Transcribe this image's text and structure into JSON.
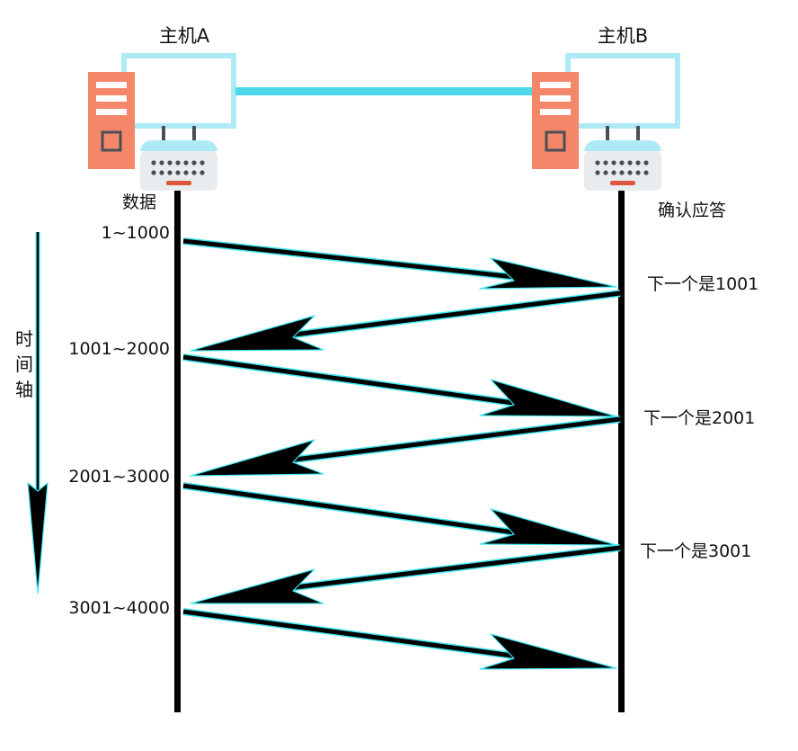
{
  "hosts": {
    "a": {
      "label": "主机A"
    },
    "b": {
      "label": "主机B"
    }
  },
  "left_header": "数据",
  "right_header": "确认应答",
  "time_axis": [
    "时",
    "间",
    "轴"
  ],
  "segments": [
    "1~1000",
    "1001~2000",
    "2001~3000",
    "3001~4000"
  ],
  "acks": [
    "下一个是1001",
    "下一个是2001",
    "下一个是3001"
  ],
  "colors": {
    "monitor": "#aeeaf5",
    "link": "#4dd8ec",
    "tower": "#f4876a",
    "tower_detail": "#ffffff",
    "keyboard": "#e9ecef",
    "keyboard_keys": "#4a4f57",
    "keyboard_bar": "#e0553a",
    "stand": "#4a4f57",
    "timeline": "#000000",
    "arrow": "#000000",
    "arrow_glow": "#3ee6f0"
  }
}
